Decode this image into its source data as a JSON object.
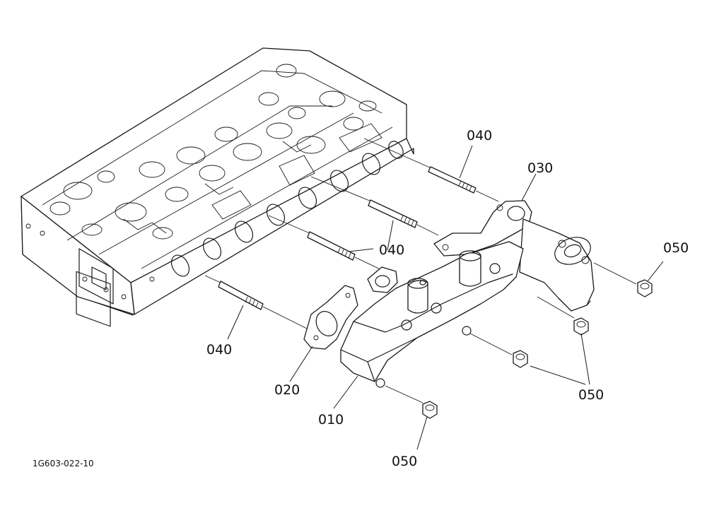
{
  "labels": {
    "exhaust_manifest": "010",
    "gasket": "020",
    "manifest_flange": "030",
    "stud_top": "040",
    "stud_middle": "040",
    "stud_bottom": "040",
    "nut_right_top": "050",
    "nut_group": "050",
    "nut_bottom": "050"
  },
  "drawing_id": "1G603-022-10"
}
